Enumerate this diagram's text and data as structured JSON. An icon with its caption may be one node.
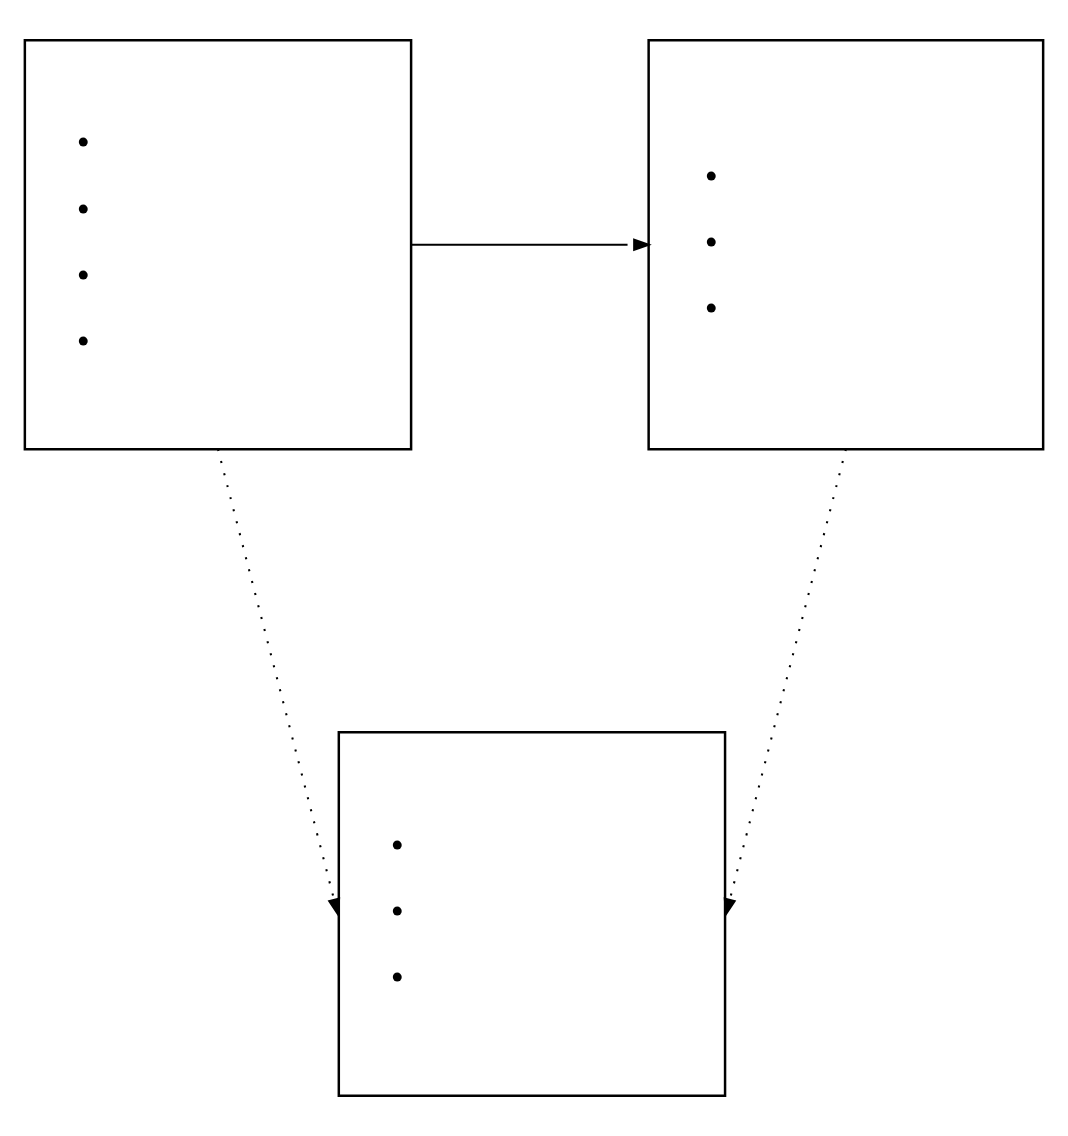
{
  "diagram": {
    "nodes": [
      {
        "text": [
          "•",
          "•",
          "•",
          "•"
        ]
      },
      {
        "text": [
          "•",
          "•",
          "•"
        ]
      },
      {
        "text": [
          "•",
          "•",
          "•"
        ]
      }
    ],
    "edges": [
      {
        "from": 0,
        "to": 1,
        "arrow": "to"
      },
      {
        "from": 0,
        "to": 2,
        "arrow": "to",
        "style": "dashed"
      },
      {
        "from": 1,
        "to": 2,
        "arrow": "to",
        "style": "dashed"
      }
    ]
  }
}
